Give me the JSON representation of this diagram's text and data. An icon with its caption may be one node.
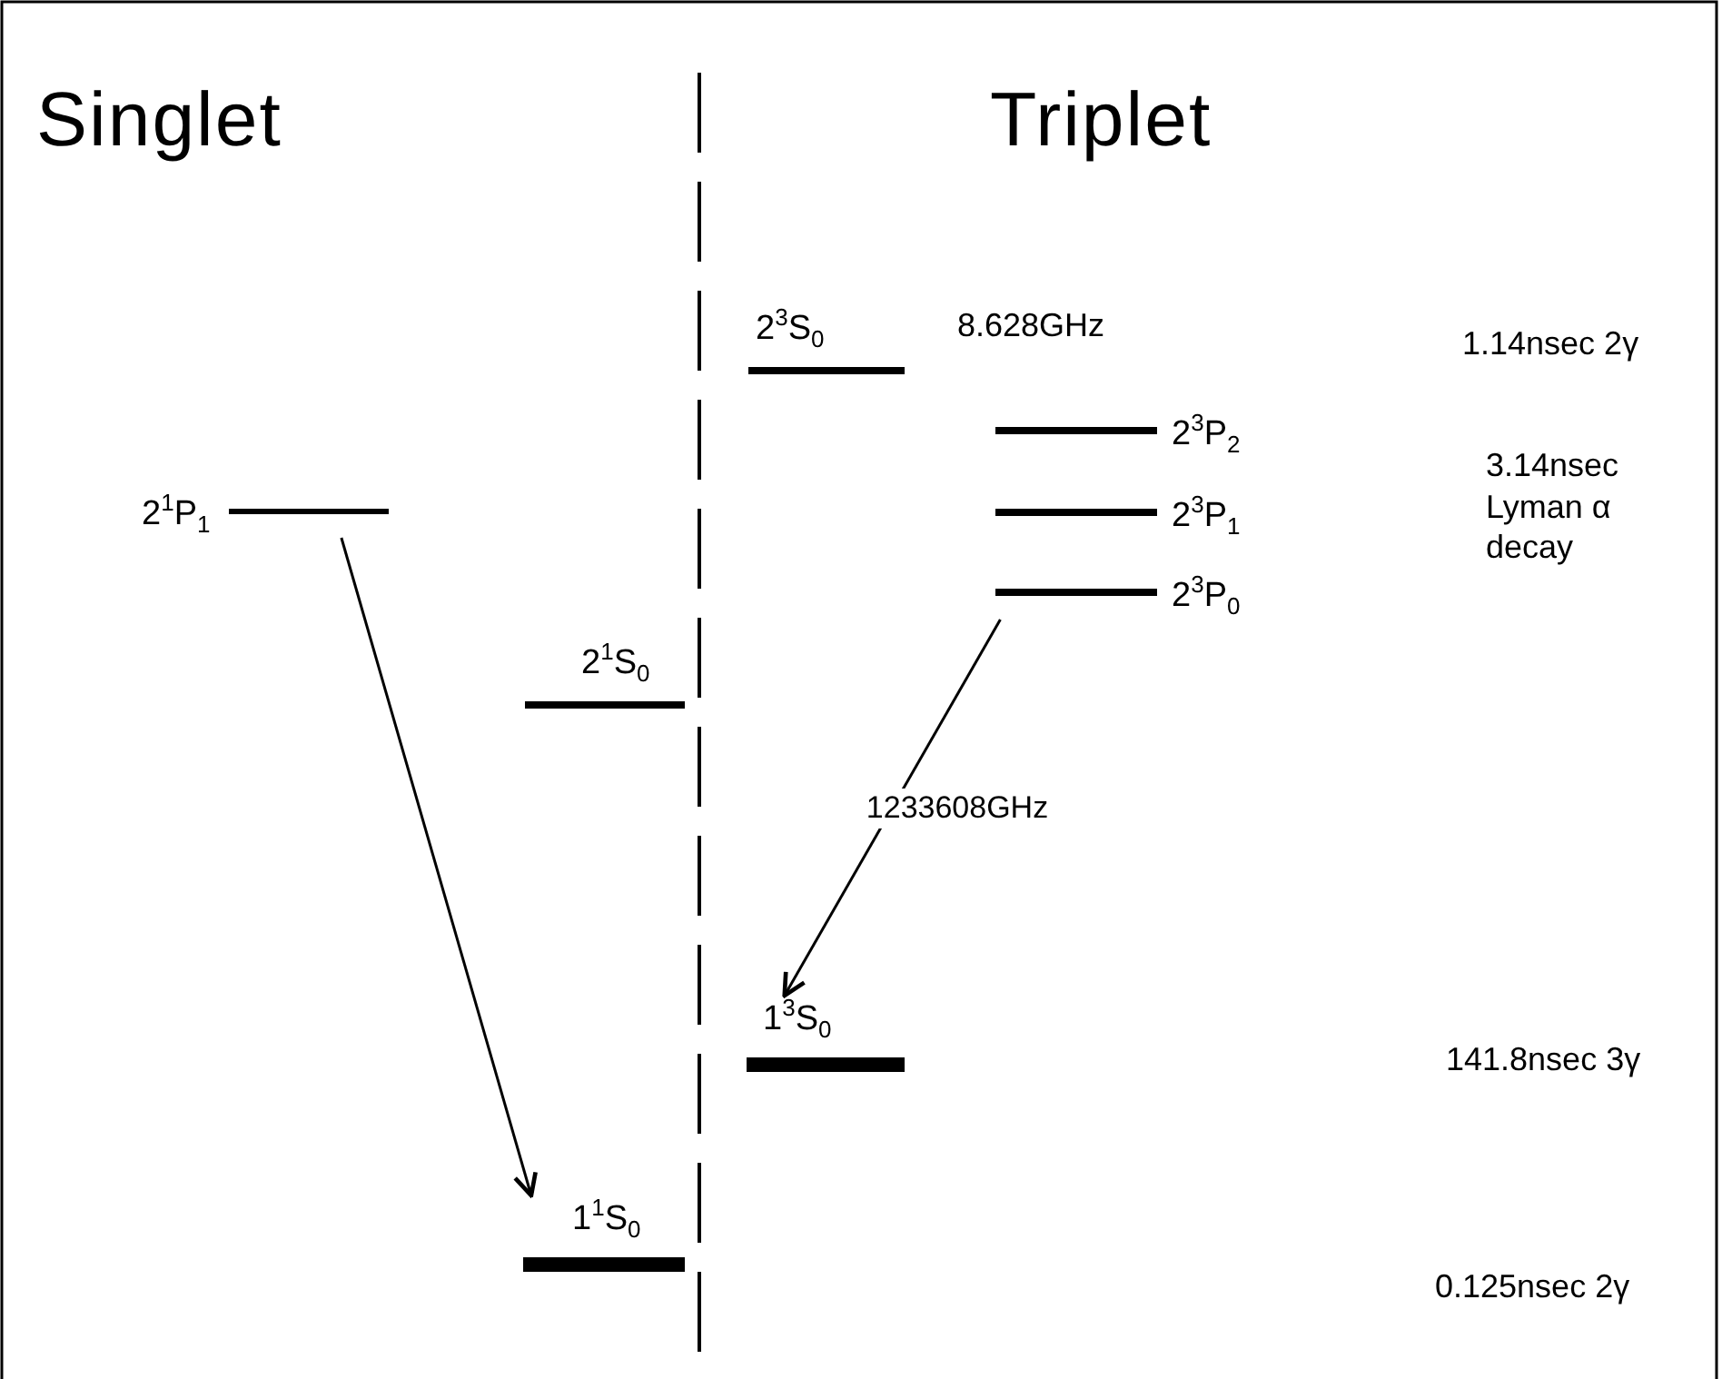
{
  "diagram": {
    "nodes": [
      {
        "text": [
          "2$^{3}$S$_{0}$"
        ]
      },
      {
        "text": [
          "2$^{3}$P$_{2}$"
        ]
      },
      {
        "text": [
          "2$^{1}$P$_{1}$"
        ]
      },
      {
        "text": [
          "2$^{3}$P$_{1}$"
        ]
      },
      {
        "text": [
          "2$^{3}$P$_{0}$"
        ]
      },
      {
        "text": [
          "2$^{1}$S$_{0}$"
        ]
      },
      {
        "text": [
          "1$^{3}$S$_{0}$"
        ]
      },
      {
        "text": [
          "1$^{1}$S$_{0}$"
        ]
      }
    ],
    "edges": [
      {
        "from": 2,
        "to": 7,
        "arrow": "to"
      },
      {
        "from": 4,
        "to": 6,
        "arrow": "to",
        "label": "1233608GHz"
      }
    ],
    "labels": [
      "Singlet",
      "Triplet",
      "8.628GHz",
      "1.14nsec 2γ",
      "3.14nsec Lyman α decay",
      "141.8nsec 3γ",
      "0.125nsec 2γ"
    ]
  }
}
